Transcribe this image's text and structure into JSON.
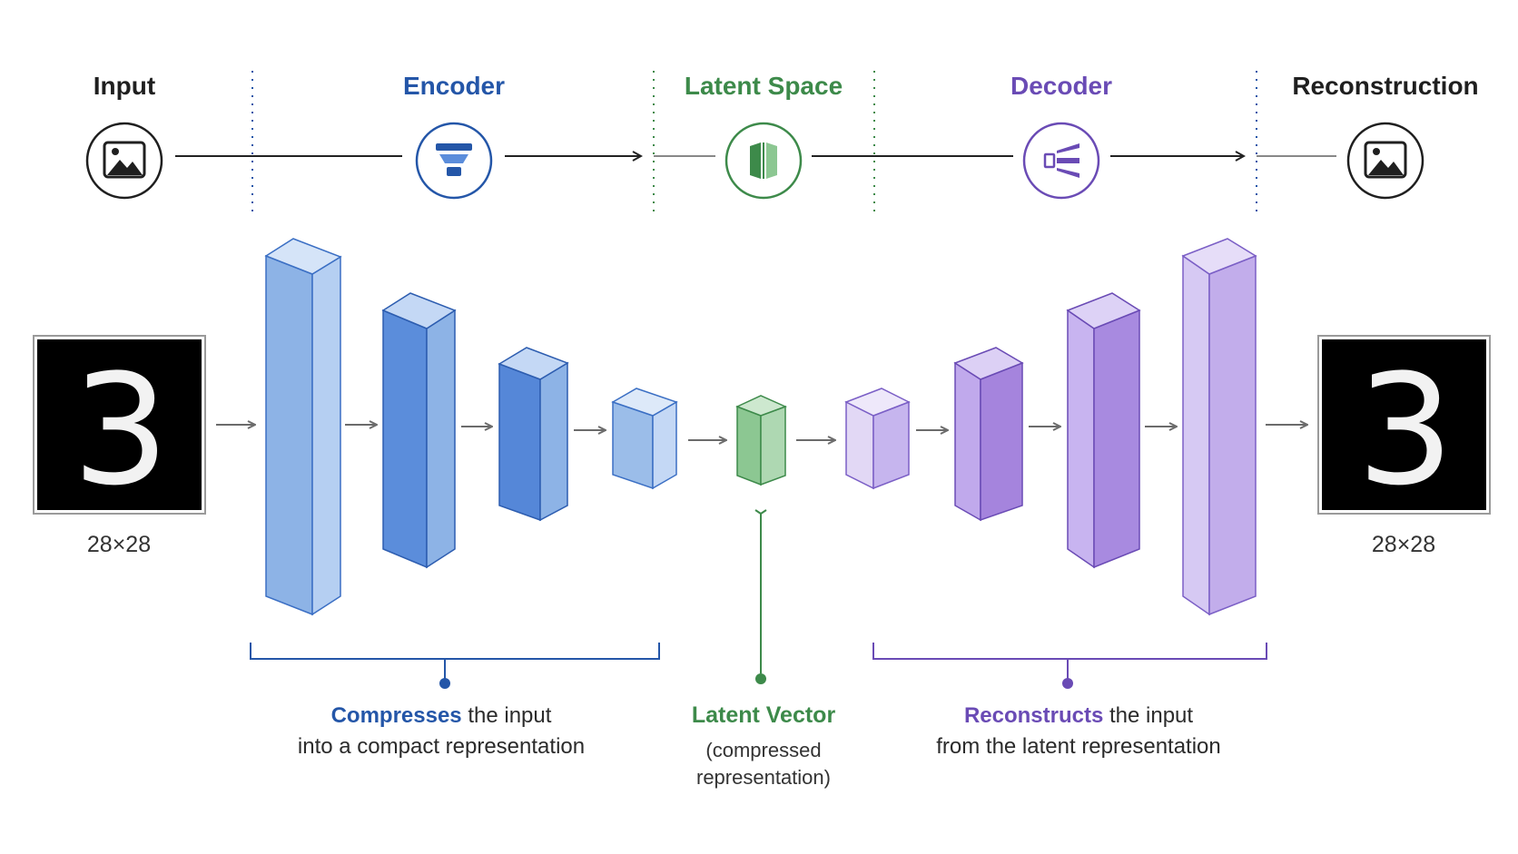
{
  "stages": {
    "input": {
      "label": "Input",
      "icon": "image-icon"
    },
    "encoder": {
      "label": "Encoder",
      "icon": "funnel-icon"
    },
    "latent": {
      "label": "Latent Space",
      "icon": "latent-block-icon"
    },
    "decoder": {
      "label": "Decoder",
      "icon": "expand-icon"
    },
    "reconstruction": {
      "label": "Reconstruction",
      "icon": "image-icon"
    }
  },
  "images": {
    "input_digit": "3",
    "input_size": "28×28",
    "output_digit": "3",
    "output_size": "28×28"
  },
  "captions": {
    "encoder": {
      "highlight": "Compresses",
      "rest": " the input",
      "line2": "into a compact representation"
    },
    "latent": {
      "title": "Latent Vector",
      "line1": "(compressed",
      "line2": "representation)"
    },
    "decoder": {
      "highlight": "Reconstructs",
      "rest": " the input",
      "line2": "from the latent representation"
    }
  },
  "colors": {
    "dark": "#1f1f1f",
    "encoder": "#2456a8",
    "latent": "#3d8a4a",
    "decoder": "#6a4bb5",
    "arrow": "#6b6b6b"
  }
}
